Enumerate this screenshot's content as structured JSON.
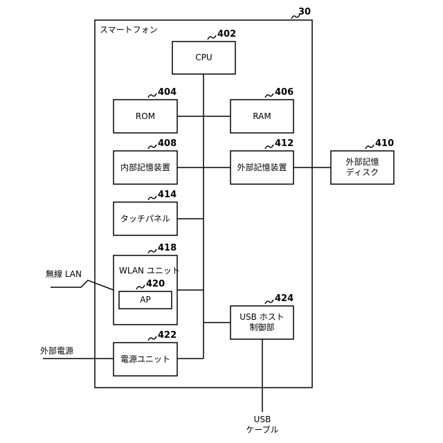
{
  "device": {
    "label": "スマートフォン",
    "ref": "30"
  },
  "blocks": {
    "cpu": {
      "label": "CPU",
      "ref": "402"
    },
    "rom": {
      "label": "ROM",
      "ref": "404"
    },
    "ram": {
      "label": "RAM",
      "ref": "406"
    },
    "internal_storage": {
      "label": "内部記憶装置",
      "ref": "408"
    },
    "external_storage": {
      "label": "外部記憶装置",
      "ref": "412"
    },
    "external_disk": {
      "label_line1": "外部記憶",
      "label_line2": "ディスク",
      "ref": "410"
    },
    "touch_panel": {
      "label": "タッチパネル",
      "ref": "414"
    },
    "wlan": {
      "label": "WLAN ユニット",
      "ref": "418"
    },
    "ap": {
      "label": "AP",
      "ref": "420"
    },
    "usb_host": {
      "label_line1": "USB ホスト",
      "label_line2": "制御部",
      "ref": "424"
    },
    "power": {
      "label": "電源ユニット",
      "ref": "422"
    }
  },
  "external_labels": {
    "wireless_lan": "無線 LAN",
    "external_power": "外部電源",
    "usb_cable_line1": "USB",
    "usb_cable_line2": "ケーブル"
  }
}
